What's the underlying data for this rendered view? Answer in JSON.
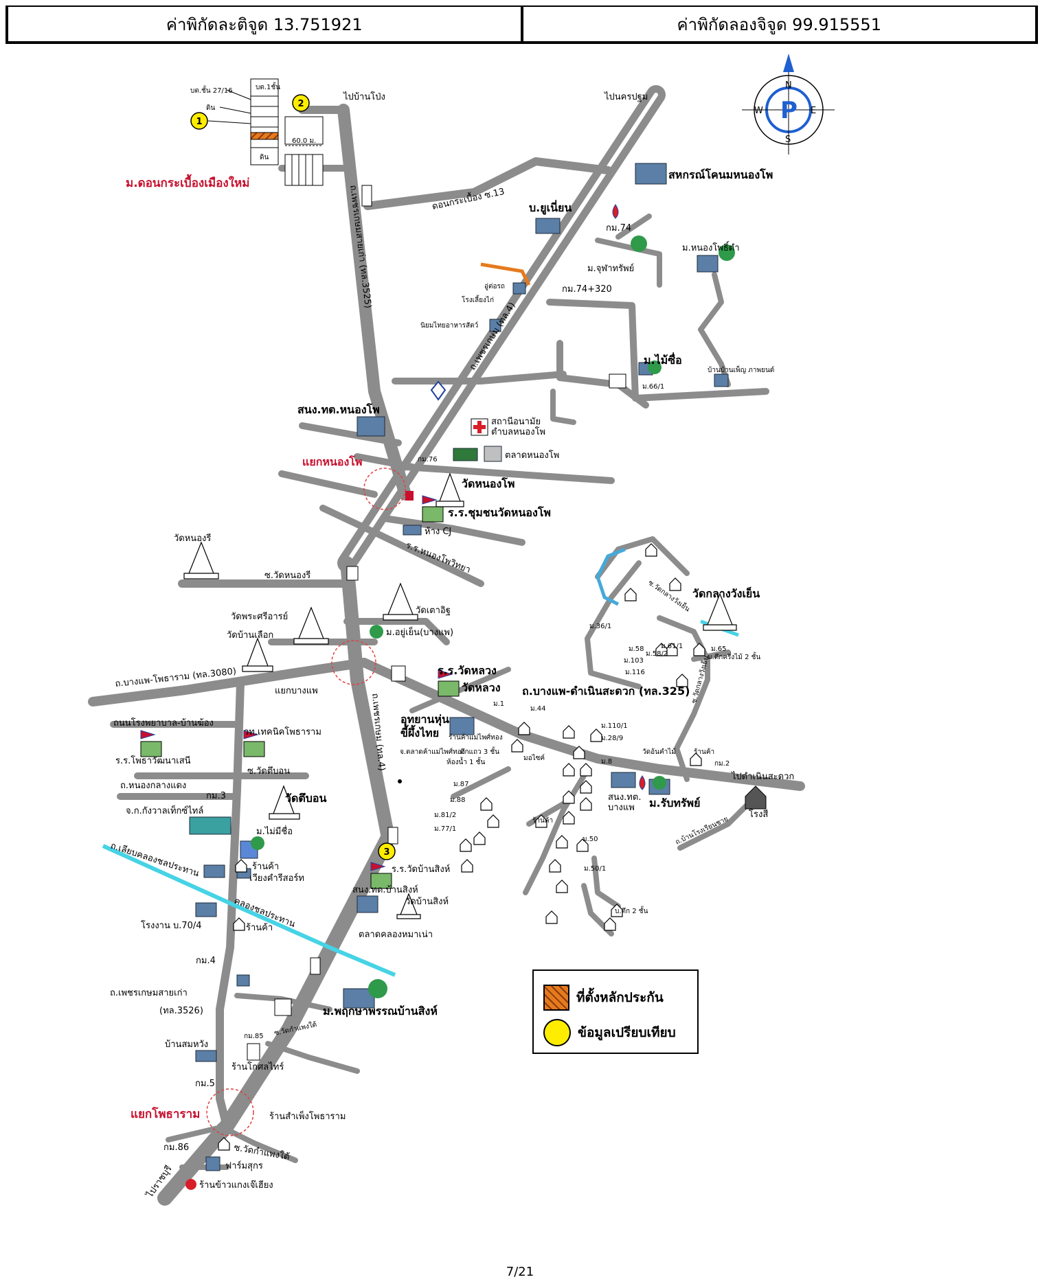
{
  "header": {
    "latitude_label": "ค่าพิกัดละติจูด 13.751921",
    "longitude_label": "ค่าพิกัดลองจิจูด 99.915551"
  },
  "compass": {
    "n": "N",
    "e": "E",
    "s": "S",
    "w": "W"
  },
  "markers": {
    "m1": "1",
    "m2": "2",
    "m3": "3"
  },
  "roads": {
    "hwy4_top": "ถ.เพชรเกษม (ทล.4)",
    "hwy3525": "ถ.เพชรเกษมสายเก่า (ทล.3525)",
    "hwy4_bottom": "ถ.เพชรเกษม (ทล.4)",
    "rd325": "ถ.บางแพ-ดำเนินสะดวก (ทล.325)",
    "rd3080": "ถ.บางแพ-โพธาราม (ทล.3080)",
    "old_hwy_a": "ถ.เพชรเกษมสายเก่า",
    "old_hwy_b": "(ทล.3526)",
    "don_soi13": "ดอนกระเบื้อง ซ.13",
    "soi_wat_nongri": "ซ.วัดหนองรี",
    "soi_wat_tubon": "ซ.วัดตึบอน",
    "soi_wat_kamphaeng": "ซ.วัดกำแพงใต้",
    "rd_rongphayaban": "ถนนโรงพยาบาล-บ้านฆ้อง",
    "rd_nongklangdaeng": "ถ.หนองกลางแดง",
    "rd_liab_khlong": "ถ.เลียบคลองชลประทาน",
    "khlong_chon": "คลองชลประทาน",
    "soi_wat_klang": "ซ.วัดกลางวังเย็น",
    "soi_wat_khlong": "ซ.วัดกลางวังเย็น",
    "rd_ban_ri": "ถ.บ้านโรงเรียนชาย"
  },
  "directions": {
    "to_ban_pong": "ไปบ้านโป่ง",
    "to_nakhon_pathom": "ไปนครปฐม",
    "to_damnoen": "ไปดำเนินสะดวก",
    "to_ratchaburi": "ไปราชบุรี"
  },
  "places": {
    "don_village": "ม.ดอนกระเบื้องเมืองใหม่",
    "sahakorn": "สหกรณ์โคนมหนองโพ",
    "union": "บ.ยูเนี่ยน",
    "km74": "กม.74",
    "km74_320": "กม.74+320",
    "km76": "กม.76",
    "m_jukmap": "ม.จุฬาทรัพย์",
    "m_nongpho": "ม.หนองโพธิ์ตำ",
    "m_maisue": "ม.ไม้ซื่อ",
    "sub_auto": "อู่ต่อรถ",
    "sub_noodle": "โรงเลี้ยงไก่",
    "niyom": "นิยมไทยอาหารสัตว์",
    "banbanphen": "บ้านบ้านเพ็ญ ภาพยนต์",
    "m66": "ม.66/1",
    "son_nongpho": "สนง.ทต.หนองโพ",
    "health_a": "สถานีอนามัย",
    "health_b": "ตำบลหนองโพ",
    "market_nongpho": "ตลาดหนองโพ",
    "jct_nongpho": "แยกหนองโพ",
    "wat_nongpho": "วัดหนองโพ",
    "school_wat_nongpho": "ร.ร.ชุมชนวัดหนองโพ",
    "cj": "ห้าง CJ",
    "school_nongpho_w": "ร.ร.หนองโพวิทยา",
    "wat_nongri": "วัดหนองรี",
    "wat_taosu": "วัดเตาอิฐ",
    "wat_phra": "วัดพระศรีอารย์",
    "wat_banluek": "วัดบ้านเลือก",
    "m_yuyen": "ม.อยู่เย็น(บางแพ)",
    "jct_bangphae": "แยกบางแพ",
    "school_wat_luang_a": "ร.ร.วัดหลวง",
    "wat_luang": "วัดหลวง",
    "park_a": "อุทยานหุ่น",
    "park_b": "ขี้ผึ้งไทย",
    "shop_hongthong": "ร้านค้าแม่ไพศ์ทอง",
    "shop_mae": "จ.ตลาดค้าแม่ไพศ์ทอง",
    "tech_school": "วท.เทคนิคโพธาราม",
    "school_pho": "ร.ร.โพธาวัฒนาเสนี",
    "km3": "กม.3",
    "wat_tubon": "วัดตึบอน",
    "factory": "จ.ก.กังวาลเท็กซ์ไทล์",
    "m_mimisue": "ม.ไม่มีชื่อ",
    "shop_a": "ร้านค้า",
    "resort": "เวียงคำรีสอร์ท",
    "factory2": "โรงงาน บ.70/4",
    "shop_b": "ร้านค้า",
    "km4": "กม.4",
    "school_ban_sing": "ร.ร.วัดบ้านสิงห์",
    "son_ban_sing": "สนง.ทต.บ้านสิงห์",
    "wat_ban_sing": "วัดบ้านสิงห์",
    "market_khlong": "ตลาดคลองหมาเน่า",
    "m_pruek": "ม.พฤกษาพรรณบ้านสิงห์",
    "ban_somwang": "บ้านสมหวัง",
    "km85": "กม.85",
    "shop_kosai": "ร้านโกศลไทร์",
    "km5": "กม.5",
    "jct_photharam": "แยกโพธาราม",
    "shop_phen": "ร้านสำเพ็งโพธาราม",
    "km86": "กม.86",
    "farm": "ฟาร์มสุกร",
    "restaurant": "ร้านข้าวแกงเจ๊เฮียง",
    "wat_klang": "วัดกลางวังเย็น",
    "wat_on_kai": "วัดอ้นคำไม้",
    "son_bangphae_a": "สนง.ทต.",
    "son_bangphae_b": "บางแพ",
    "m_rapsap": "ม.รับทรัพย์",
    "shop_c": "ร้านค้า",
    "km2": "กม.2",
    "rongsi": "โรงสี",
    "shop_d": "ร้านค้า",
    "motorbike": "มอไซค์",
    "shophouse": "ตึกแถว 3 ชั้น",
    "house_2": "บ.ตึก 2 ชั้น",
    "house_1": "ม.ตึกครึ่งไม้ 2 ชั้น",
    "tree": "ห้องน้ำ 1 ชั้น",
    "b_27_16": "บต.ชั้น 27/16",
    "b_din": "ดิน",
    "b_din2": "ดิน",
    "b_shop": "บต.1ชั้น",
    "b_60m": "60.0 ม.",
    "hn_1": "ม.1",
    "hn_44": "ม.44",
    "hn_110": "ม.110/1",
    "hn_28": "ม.28/9",
    "hn_8": "ม.8",
    "hn_87": "ม.87",
    "hn_88": "ม.88",
    "hn_81": "ม.81/2",
    "hn_77": "ม.77/1",
    "hn_50": "ม.50",
    "hn_50_1": "ม.50/1",
    "hn_36": "ม.36/1",
    "hn_58": "ม.58",
    "hn_58_2": "ม.58/2",
    "hn_61": "ม.61/1",
    "hn_103": "ม.103",
    "hn_116": "ม.116",
    "hn_65": "ม.65"
  },
  "legend": {
    "collateral": "ที่ตั้งหลักประกัน",
    "comparison": "ข้อมูลเปรียบเทียบ"
  },
  "page_number": "7/21"
}
